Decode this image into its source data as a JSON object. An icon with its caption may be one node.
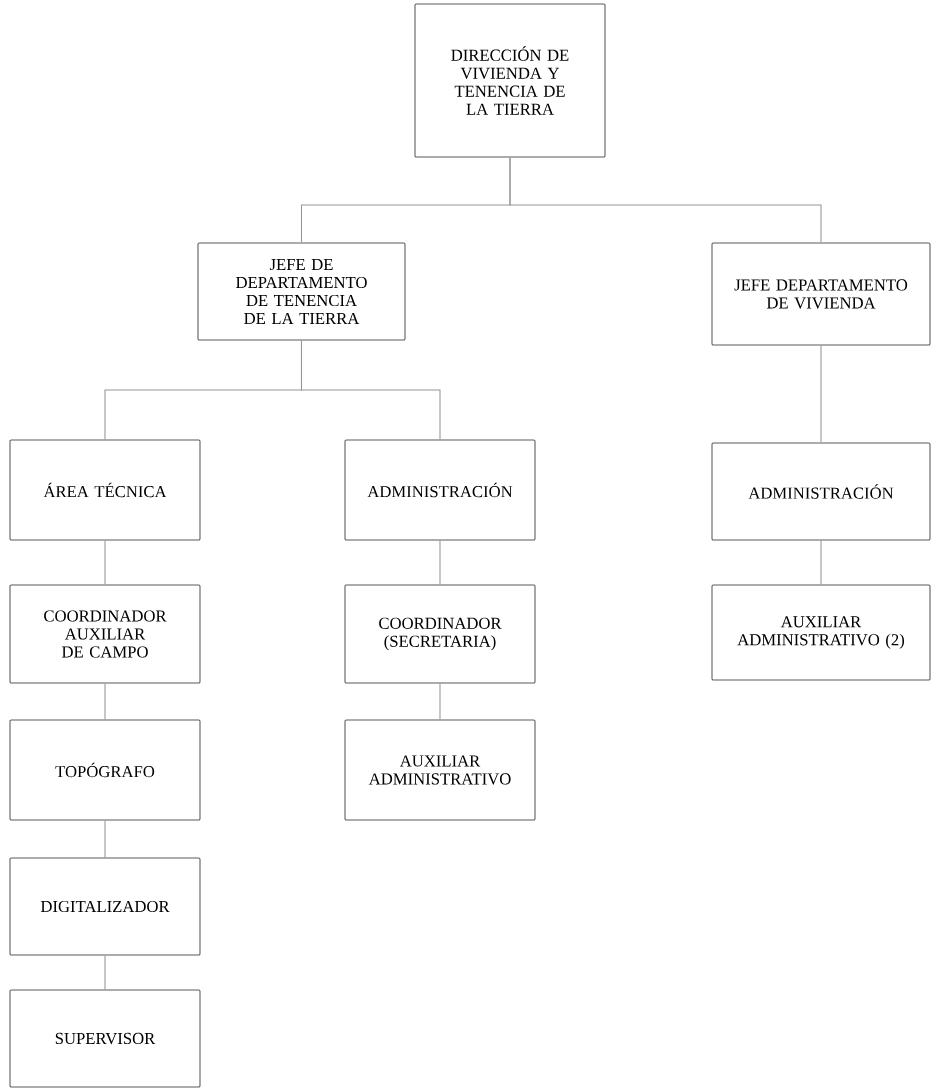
{
  "diagram": {
    "nodes": [
      {
        "text": [
          "DIRECCIÓN DE VIVIENDA Y TENENCIA DE LA TIERRA"
        ]
      },
      {
        "text": [
          "JEFE DE DEPARTAMENTO DE TENENCIA DE LA TIERRA"
        ]
      },
      {
        "text": [
          "JEFE DEPARTAMENTO DE VIVIENDA"
        ]
      },
      {
        "text": [
          "ÁREA TÉCNICA"
        ]
      },
      {
        "text": [
          "ADMINISTRACIÓN"
        ]
      },
      {
        "text": [
          "ADMINISTRACIÓN"
        ]
      },
      {
        "text": [
          "COORDINADOR AUXILIAR DE CAMPO"
        ]
      },
      {
        "text": [
          "COORDINADOR (SECRETARIA)"
        ]
      },
      {
        "text": [
          "AUXILIAR ADMINISTRATIVO (2)"
        ]
      },
      {
        "text": [
          "TOPÓGRAFO"
        ]
      },
      {
        "text": [
          "AUXILIAR ADMINISTRATIVO"
        ]
      },
      {
        "text": [
          "DIGITALIZADOR"
        ]
      },
      {
        "text": [
          "SUPERVISOR"
        ]
      }
    ],
    "edges": [
      {
        "from": 0,
        "to": 1,
        "arrow": "none"
      },
      {
        "from": 0,
        "to": 2,
        "arrow": "none"
      },
      {
        "from": 1,
        "to": 3,
        "arrow": "none"
      },
      {
        "from": 1,
        "to": 4,
        "arrow": "none"
      },
      {
        "from": 2,
        "to": 5,
        "arrow": "none"
      },
      {
        "from": 3,
        "to": 6,
        "arrow": "none"
      },
      {
        "from": 6,
        "to": 9,
        "arrow": "none"
      },
      {
        "from": 9,
        "to": 11,
        "arrow": "none"
      },
      {
        "from": 11,
        "to": 12,
        "arrow": "none"
      },
      {
        "from": 4,
        "to": 7,
        "arrow": "none"
      },
      {
        "from": 7,
        "to": 10,
        "arrow": "none"
      },
      {
        "from": 5,
        "to": 8,
        "arrow": "none"
      }
    ]
  }
}
